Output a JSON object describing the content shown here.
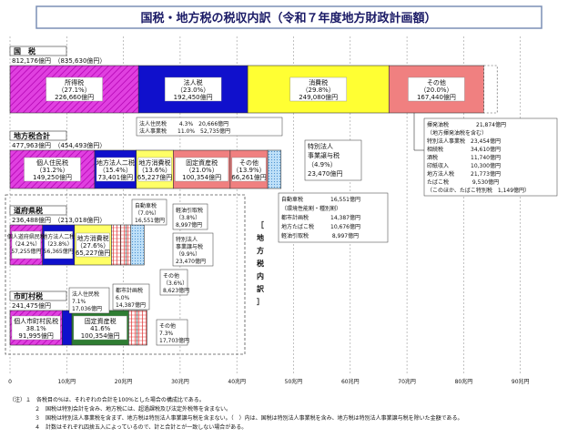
{
  "chart_data": {
    "type": "bar",
    "title": "国税・地方税の税収内訳（令和７年度地方財政計画額）",
    "x_ticks": [
      "0",
      "10兆円",
      "20兆円",
      "30兆円",
      "40兆円",
      "50兆円",
      "60兆円",
      "70兆円",
      "80兆円",
      "90兆円"
    ],
    "xlim": [
      0,
      90
    ],
    "grid": true,
    "bracket_label": "［地方税内訳］",
    "colors": {
      "income": "#e040e0",
      "corporate": "#1010cc",
      "consumption": "#ffff33",
      "other": "#f08080",
      "resident": "#7040c0",
      "business": "#ffff66",
      "property": "#2e7d32",
      "blue": "#90c8f0",
      "grid": "#9a9a9a"
    },
    "rows": [
      {
        "title": "国　税",
        "total": "812,176億円",
        "total_paren": "（835,630億円）",
        "segments": [
          {
            "name": "所得税",
            "pct": "（27.1%）",
            "amount": "226,660億円",
            "value": 22.666,
            "color": "income"
          },
          {
            "name": "法人税",
            "pct": "（23.0%）",
            "amount": "192,450億円",
            "value": 19.245,
            "color": "corporate"
          },
          {
            "name": "消費税",
            "pct": "（29.8%）",
            "amount": "249,080億円",
            "value": 24.908,
            "color": "consumption"
          },
          {
            "name": "その他",
            "pct": "（20.0%）",
            "amount": "167,440億円",
            "value": 16.744,
            "color": "other"
          },
          {
            "name": "",
            "pct": "",
            "amount": "",
            "value": 2.345,
            "color": "blank"
          }
        ]
      },
      {
        "title": "地方税合計",
        "total": "477,963億円",
        "total_paren": "（454,493億円）",
        "segments": [
          {
            "name": "個人住民税",
            "pct": "（31.2%）",
            "amount": "149,250億円",
            "value": 14.925,
            "color": "income"
          },
          {
            "name": "地方法人二税",
            "pct": "（15.4%）",
            "amount": "73,401億円",
            "value": 7.34,
            "color": "corporate"
          },
          {
            "name": "地方消費税",
            "pct": "（13.6%）",
            "amount": "65,227億円",
            "value": 6.523,
            "color": "business"
          },
          {
            "name": "固定資産税",
            "pct": "（21.0%）",
            "amount": "100,354億円",
            "value": 10.035,
            "color": "other"
          },
          {
            "name": "その他",
            "pct": "（13.9%）",
            "amount": "66,261億円",
            "value": 6.626,
            "color": "other"
          },
          {
            "name": "",
            "pct": "",
            "amount": "",
            "value": 2.347,
            "color": "blue"
          }
        ]
      },
      {
        "title": "道府県税",
        "total": "236,488億円",
        "total_paren": "（213,018億円）",
        "segments": [
          {
            "name": "個人道府県民税",
            "pct": "（24.2%）",
            "amount": "57,255億円",
            "value": 5.726,
            "color": "income"
          },
          {
            "name": "地方法人二税",
            "pct": "（23.8%）",
            "amount": "56,365億円",
            "value": 5.637,
            "color": "corporate"
          },
          {
            "name": "地方消費税",
            "pct": "（27.6%）",
            "amount": "65,227億円",
            "value": 6.523,
            "color": "business"
          },
          {
            "name": "",
            "pct": "",
            "amount": "",
            "value": 1.655,
            "color": "other"
          },
          {
            "name": "",
            "pct": "",
            "amount": "",
            "value": 0.9,
            "color": "other"
          },
          {
            "name": "",
            "pct": "",
            "amount": "",
            "value": 0.862,
            "color": "other"
          },
          {
            "name": "",
            "pct": "",
            "amount": "",
            "value": 2.347,
            "color": "blue"
          }
        ]
      },
      {
        "title": "市町村税",
        "total": "241,475億円",
        "total_paren": "",
        "segments": [
          {
            "name": "個人市町村民税",
            "pct": "38.1%",
            "amount": "91,995億円",
            "value": 9.2,
            "color": "income"
          },
          {
            "name": "",
            "pct": "",
            "amount": "",
            "value": 1.704,
            "color": "corporate"
          },
          {
            "name": "固定資産税",
            "pct": "41.6%",
            "amount": "100,354億円",
            "value": 10.035,
            "color": "property"
          },
          {
            "name": "",
            "pct": "",
            "amount": "",
            "value": 1.439,
            "color": "other"
          },
          {
            "name": "",
            "pct": "",
            "amount": "",
            "value": 1.77,
            "color": "other"
          }
        ]
      }
    ],
    "annotations": {
      "national_other": [
        "揮発油税　　　　　21,874億円",
        "（地方揮発油税を含む）",
        "特別法人事業税　23,454億円",
        "相続税　　　　　34,610億円",
        "酒税　　　　　　11,740億円",
        "印紙収入　　　　10,300億円",
        "地方法人税　　　21,773億円",
        "たばこ税　　　　 9,530億円",
        "（このほか、たばこ特別税　1,149億円）"
      ],
      "resident_breakdown": [
        "法人住民税　　 4.3%　20,666億円",
        "法人事業税　　11.0%　52,735億円"
      ],
      "tokubetsu_total": [
        "特別法人",
        "事業譲与税",
        "（4.9%）",
        "23,470億円"
      ],
      "local_other": [
        "自動車税　　　　　16,551億円",
        "（環境性能割・種別割）",
        "都市計画税　　　　14,387億円",
        "地方たばこ税　　　10,676億円",
        "軽油引取税　　　　 8,997億円"
      ],
      "pref_car": [
        "自動車税",
        "（7.0%）",
        "16,551億円"
      ],
      "pref_diesel": [
        "軽油引取税",
        "（3.8%）",
        "8,997億円"
      ],
      "pref_tokubetsu": [
        "特別法人",
        "事業譲与税",
        "（9.9%）",
        "23,470億円"
      ],
      "pref_other": [
        "その他",
        "（3.6%）",
        "8,623億円"
      ],
      "muni_corp": [
        "法人住民税",
        "7.1%",
        "17,036億円"
      ],
      "muni_city": [
        "都市計画税",
        "6.0%",
        "14,387億円"
      ],
      "muni_other": [
        "その他",
        "7.3%",
        "17,703億円"
      ]
    },
    "notes": [
      "（注）１　各税目の%は、それぞれの合計を100%とした場合の構成比である。",
      "２　国税は特別会計を含み、地方税には、超過課税及び法定外税等を含まない。",
      "３　国税は特別法人事業税を含まず、地方税は特別法人事業譲与税を含まない。（　）内は、国税は特別法人事業税を含み、地方税は特別法人事業譲与税を除いた金額である。",
      "４　計数はそれぞれ四捨五入によっているので、計と合計とが一致しない場合がある。"
    ]
  }
}
